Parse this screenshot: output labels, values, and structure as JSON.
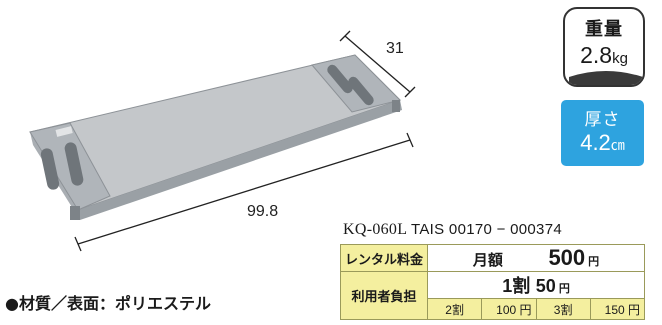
{
  "product": {
    "dimension_width": "31",
    "dimension_length": "99.8"
  },
  "weight_badge": {
    "title": "重量",
    "value": "2.8",
    "unit": "kg"
  },
  "thickness_badge": {
    "title": "厚さ",
    "value": "4.2",
    "unit": "㎝",
    "color": "#2ea3df"
  },
  "model": {
    "name": "KQ-060L",
    "tais_code": "TAIS 00170 − 000374"
  },
  "price_table": {
    "rental_label": "レンタル料金",
    "monthly_label": "月額",
    "monthly_price": "500",
    "yen": "円",
    "user_burden_label": "利用者負担",
    "one_split": "1割",
    "one_split_price": "50",
    "two_split": "2割",
    "two_split_price": "100 円",
    "three_split": "3割",
    "three_split_price": "150 円",
    "header_color": "#f4ef9f"
  },
  "material": {
    "text": "●材質／表面：ポリエステル"
  }
}
